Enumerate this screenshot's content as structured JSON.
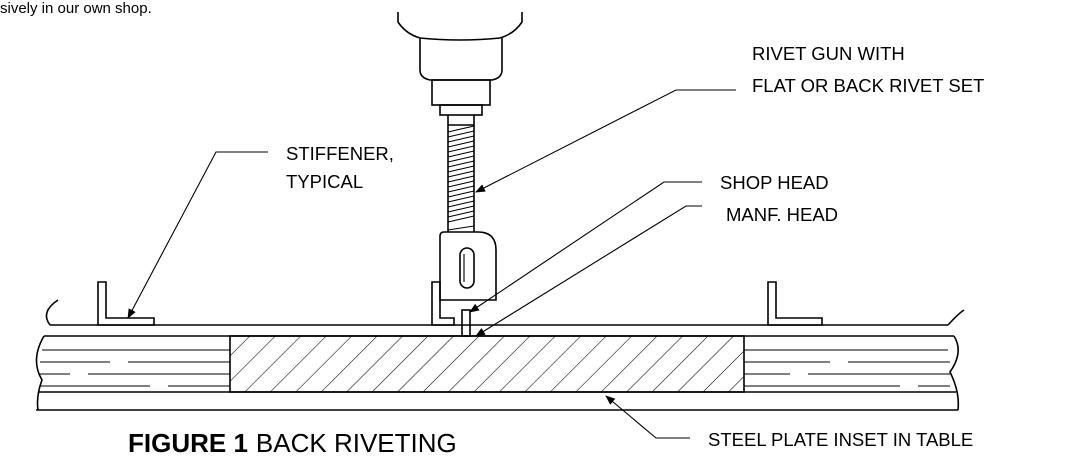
{
  "intro_text": "sively in our own shop.",
  "labels": {
    "rivet_gun_line1": "RIVET GUN WITH",
    "rivet_gun_line2": "FLAT OR BACK RIVET SET",
    "stiffener_line1": "STIFFENER,",
    "stiffener_line2": "TYPICAL",
    "shop_head": "SHOP HEAD",
    "manf_head": "MANF. HEAD",
    "steel_plate": "STEEL PLATE INSET IN TABLE"
  },
  "figure": {
    "number": "FIGURE 1",
    "name": "BACK RIVETING"
  }
}
